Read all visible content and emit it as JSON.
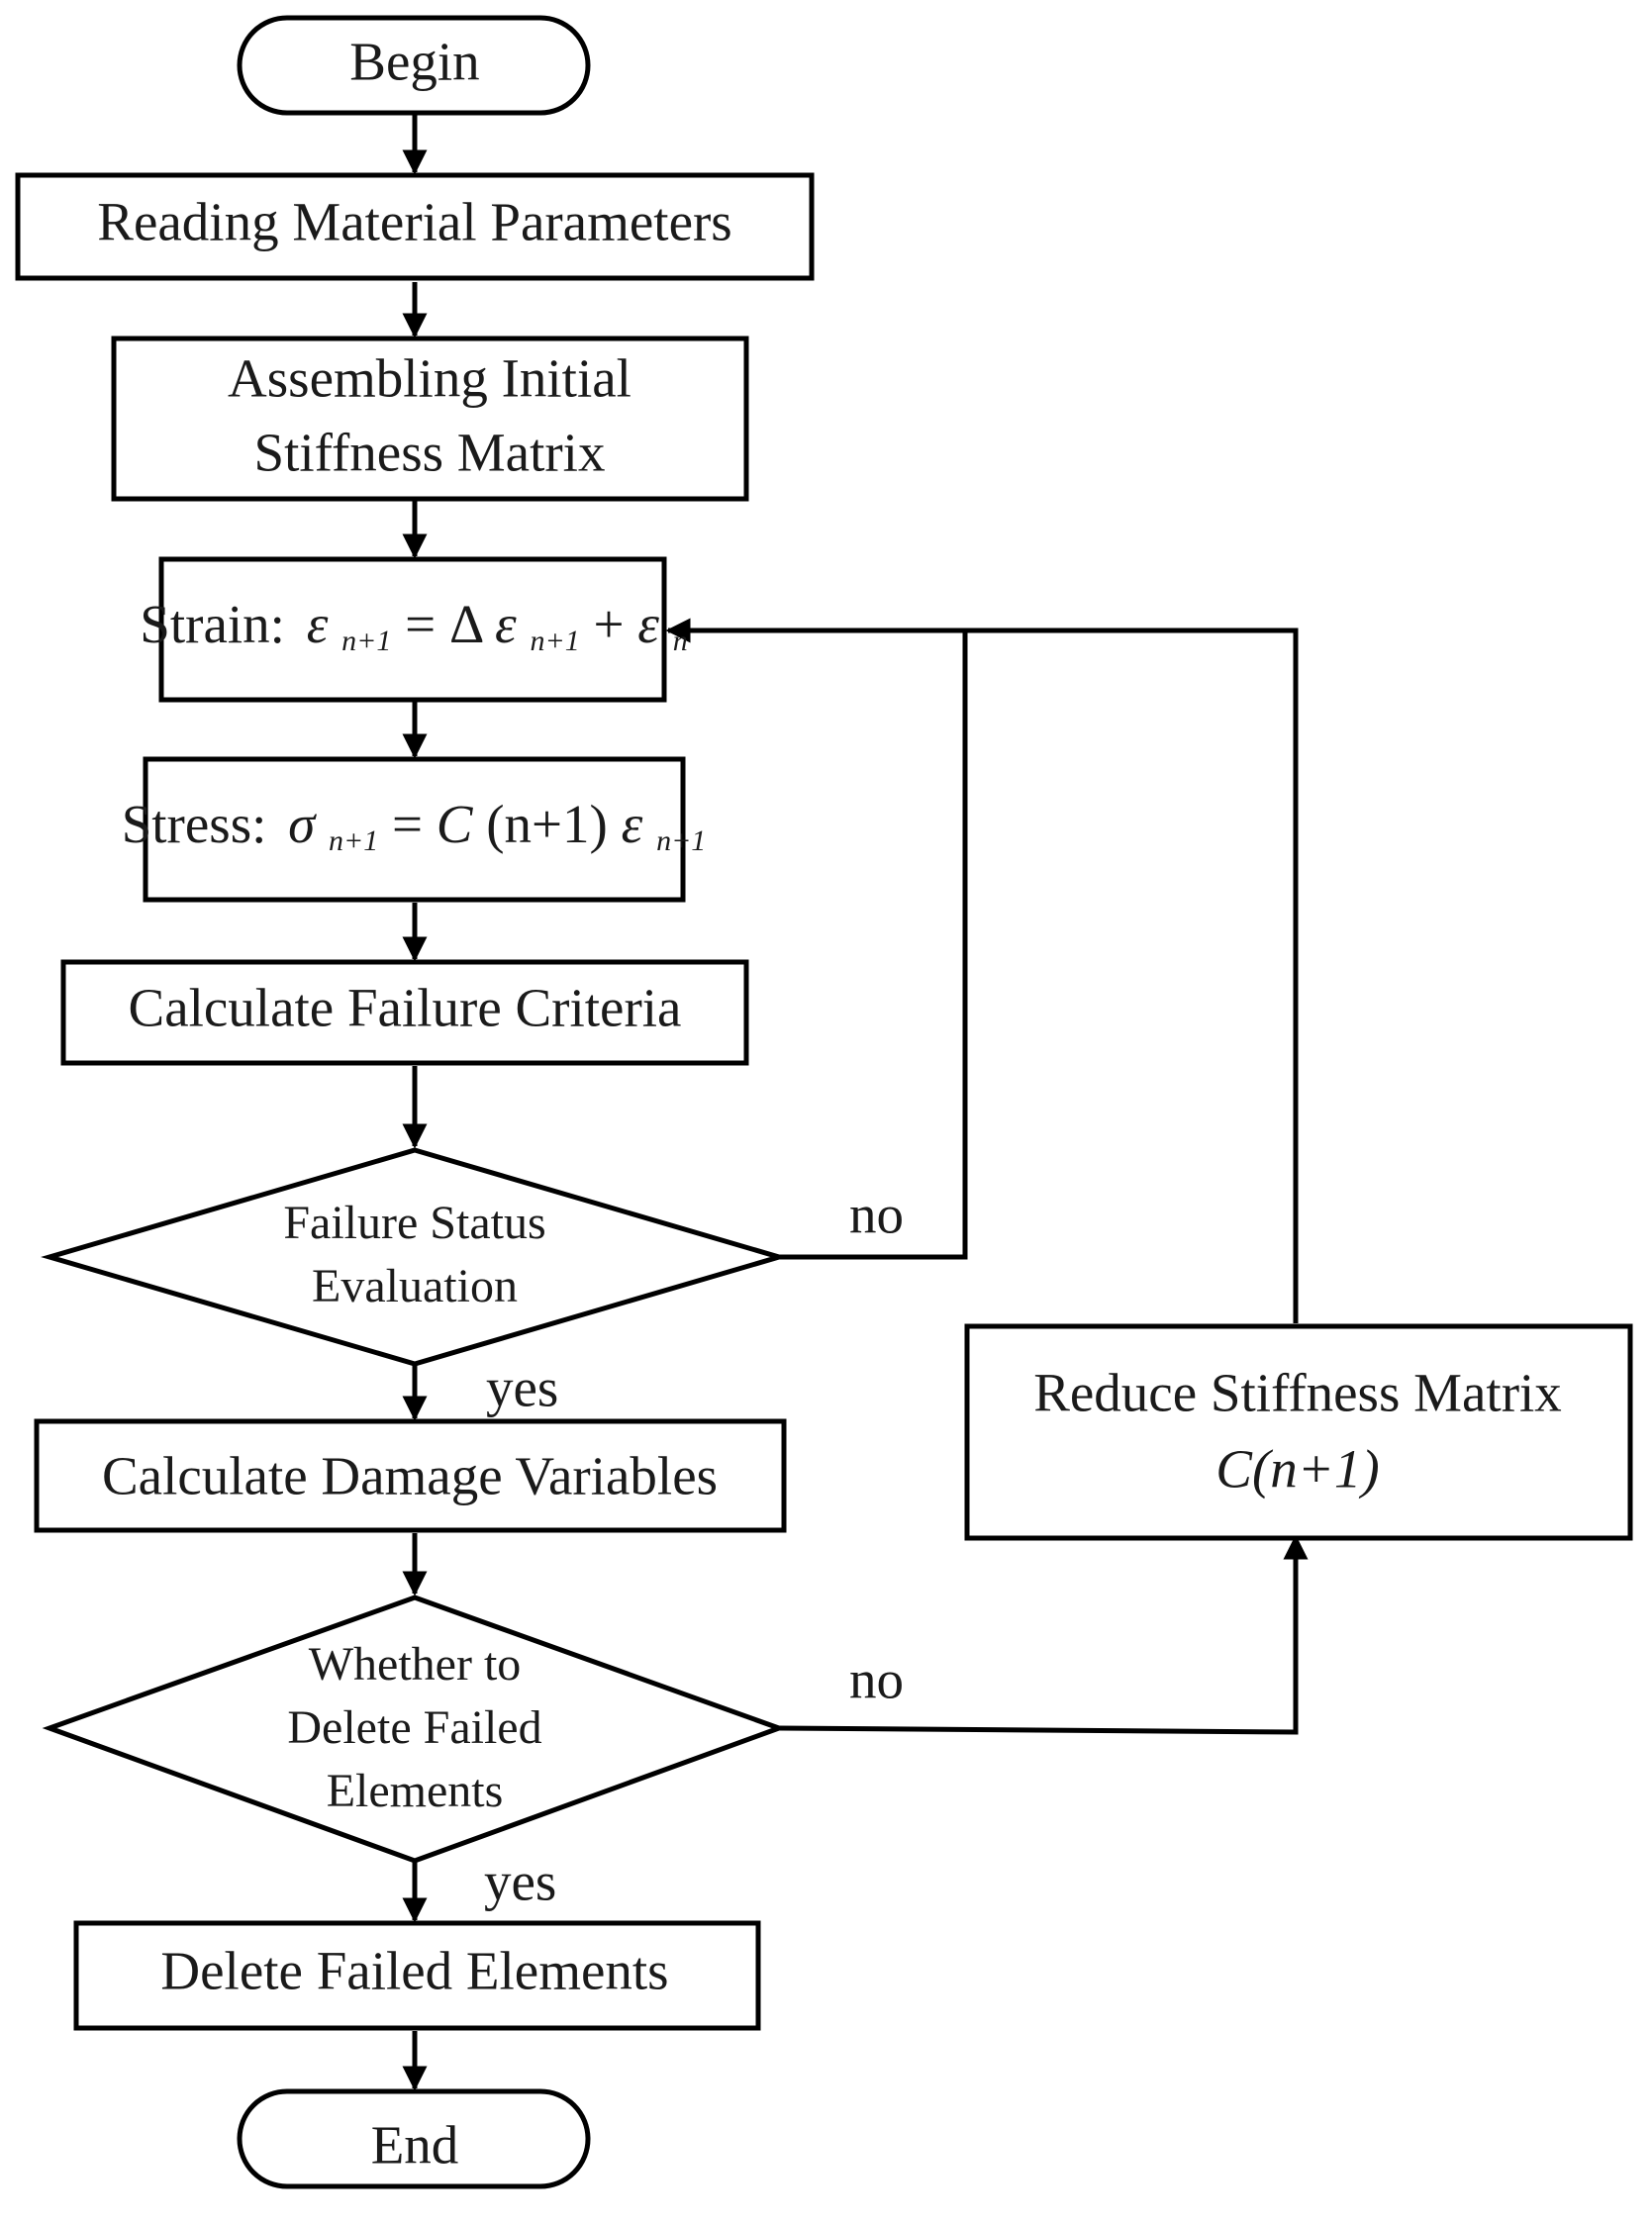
{
  "nodes": {
    "begin": "Begin",
    "reading": "Reading Material Parameters",
    "assembling_line1": "Assembling Initial",
    "assembling_line2": "Stiffness Matrix",
    "strain": {
      "label": "Strain:",
      "eps": "ε",
      "sub_n1": "n+1",
      "eq": "=",
      "delta": "Δ",
      "plus": "+",
      "sub_n": "n"
    },
    "stress": {
      "label": "Stress:",
      "sigma": "σ",
      "sub_n1": "n+1",
      "eq": "=",
      "c": "C",
      "arg": "(n+1)",
      "eps": "ε"
    },
    "calc_failure": "Calculate Failure Criteria",
    "failure_status_line1": "Failure Status",
    "failure_status_line2": "Evaluation",
    "calc_damage": "Calculate Damage Variables",
    "whether_line1": "Whether to",
    "whether_line2": "Delete Failed",
    "whether_line3": "Elements",
    "delete_failed": "Delete Failed Elements",
    "reduce_line1": "Reduce Stiffness Matrix",
    "reduce_line2": "C(n+1)",
    "end": "End"
  },
  "edge_labels": {
    "failure_no": "no",
    "failure_yes": "yes",
    "whether_no": "no",
    "whether_yes": "yes"
  },
  "colors": {
    "stroke": "#000000",
    "text": "#1a1a1a",
    "background": "#ffffff"
  }
}
